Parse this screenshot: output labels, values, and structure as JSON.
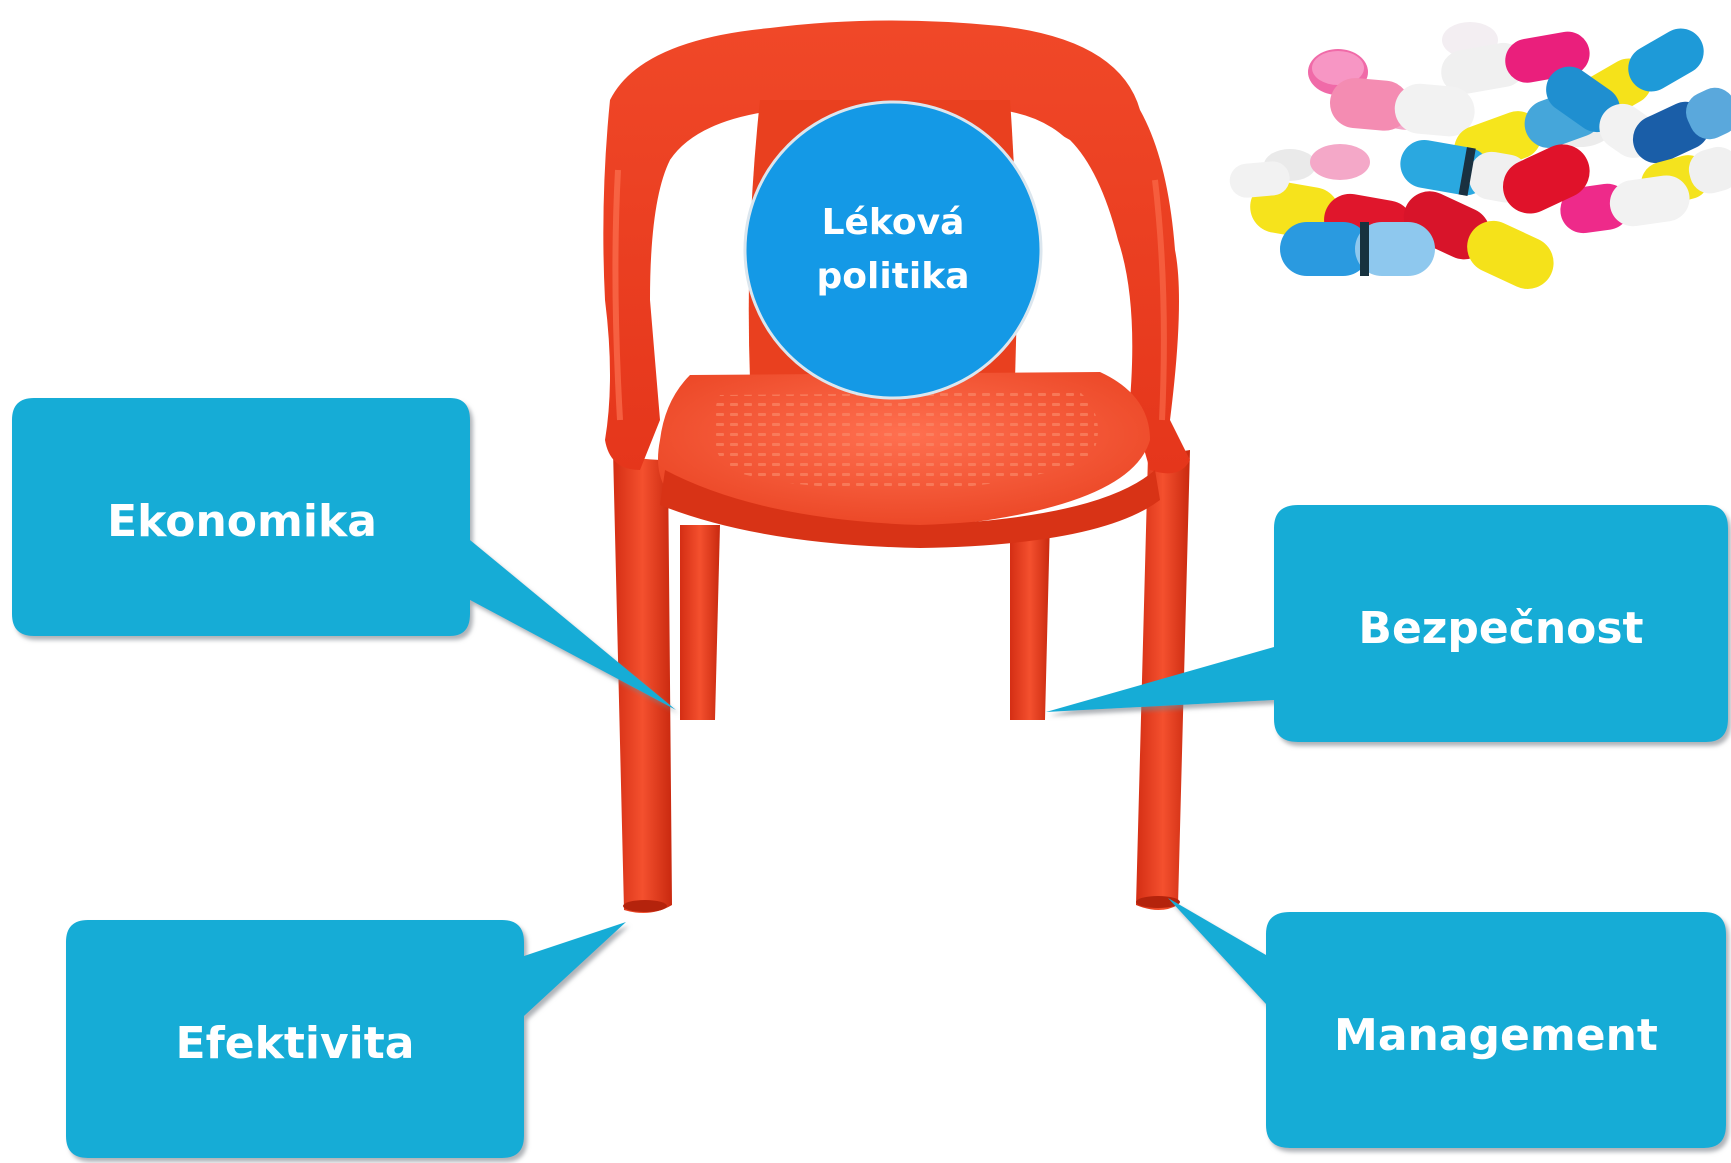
{
  "center": {
    "line1": "Léková",
    "line2": "politika"
  },
  "callouts": {
    "top_left": "Ekonomika",
    "top_right": "Bezpečnost",
    "bottom_left": "Efektivita",
    "bottom_right": "Management"
  },
  "colors": {
    "callout": "#19acd6",
    "callout_shadow": "#9aa3ab",
    "circle": "#1499e6",
    "chair": "#ee3b1e",
    "chair_dark": "#c82810",
    "chair_light": "#ff6a45"
  }
}
